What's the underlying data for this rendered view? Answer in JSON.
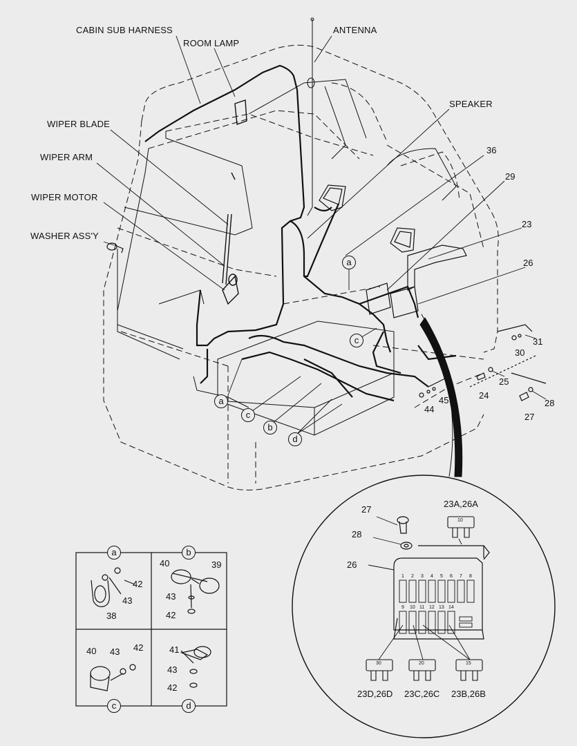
{
  "labels": {
    "cabin_sub_harness": "CABIN SUB HARNESS",
    "room_lamp": "ROOM LAMP",
    "antenna": "ANTENNA",
    "speaker": "SPEAKER",
    "wiper_blade": "WIPER BLADE",
    "wiper_arm": "WIPER ARM",
    "wiper_motor": "WIPER MOTOR",
    "washer_assy": "WASHER ASS'Y"
  },
  "callouts": {
    "n36": "36",
    "n29": "29",
    "n23": "23",
    "n26": "26",
    "n31": "31",
    "n30": "30",
    "n25": "25",
    "n24": "24",
    "n28": "28",
    "n27": "27",
    "n45": "45",
    "n44": "44"
  },
  "letters": {
    "a": "a",
    "b": "b",
    "c": "c",
    "d": "d"
  },
  "detail_fusebox": {
    "n27": "27",
    "n28": "28",
    "n26": "26",
    "fuse_top": "23A,26A",
    "fuse_left": "23D,26D",
    "fuse_mid": "23C,26C",
    "fuse_right": "23B,26B",
    "val_top": "10",
    "val_left": "30",
    "val_mid": "20",
    "val_right": "15",
    "row1": [
      "1",
      "2",
      "3",
      "4",
      "5",
      "6",
      "7",
      "8"
    ],
    "row2": [
      "9",
      "10",
      "11",
      "12",
      "13",
      "14"
    ]
  },
  "clamp_panels": {
    "a": {
      "letter": "a",
      "n42": "42",
      "n43": "43",
      "n38": "38"
    },
    "b": {
      "letter": "b",
      "n40": "40",
      "n39": "39",
      "n43": "43",
      "n42": "42"
    },
    "c": {
      "letter": "c",
      "n40": "40",
      "n43": "43",
      "n42": "42"
    },
    "d": {
      "letter": "d",
      "n41": "41",
      "n43": "43",
      "n42": "42"
    }
  },
  "colors": {
    "line": "#111111",
    "background": "#ececec"
  }
}
